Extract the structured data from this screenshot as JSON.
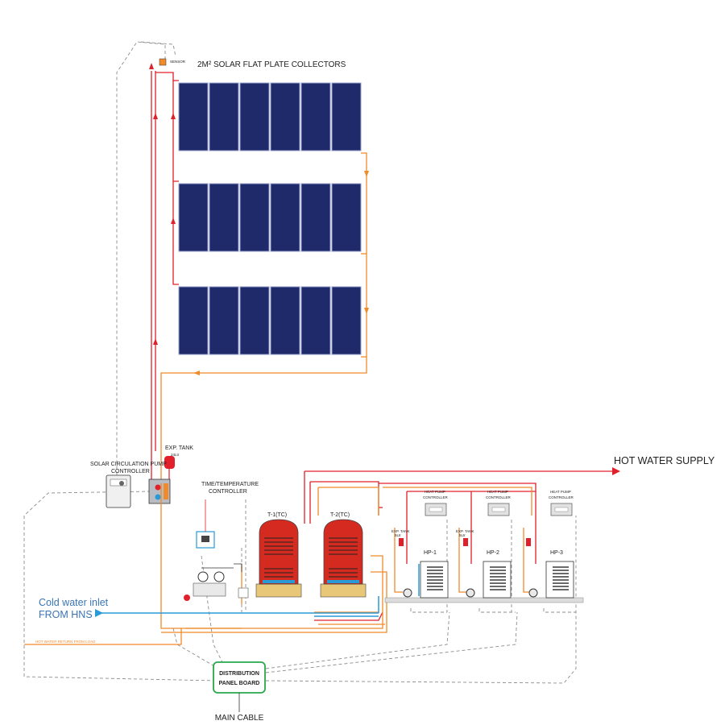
{
  "labels": {
    "collectors": "2M² SOLAR FLAT PLATE COLLECTORS",
    "sensor": "SENSOR",
    "solar_controller_l1": "SOLAR CIRCULATION PUMP",
    "solar_controller_l2": "CONTROLLER",
    "exp_tank_l1": "EXP. TANK",
    "exp_tank_l2": "24Ltr",
    "timer_l1": "TIME/TEMPERATURE",
    "timer_l2": "CONTROLLER",
    "tank1": "T-1(TC)",
    "tank2": "T-2(TC)",
    "hp1": "HP-1",
    "hp2": "HP-2",
    "hp3": "HP-3",
    "hp_ctrl_l1": "HEAT PUMP",
    "hp_ctrl_l2": "CONTROLLER",
    "exp_small_l1": "EXP. TANK",
    "exp_small_l2": "5Ltr",
    "hot_supply": "HOT WATER SUPPLY",
    "cold_inlet_l1": "Cold water inlet",
    "cold_inlet_l2": "FROM HNS",
    "return_load": "HOT WATER RETURN FROM LOAD",
    "panel_l1": "DISTRIBUTION",
    "panel_l2": "PANEL BOARD",
    "main_cable": "MAIN CABLE"
  },
  "colors": {
    "hot_pipe": "#e0202a",
    "warm_pipe": "#f08a2a",
    "cold_pipe": "#2a9ad6",
    "panel_fill": "#1f2a6b",
    "tank_body": "#d42a20",
    "tank_base": "#e8c878",
    "control_wire": "#8c8c8c",
    "panel_border": "#2aa84a"
  },
  "icons": {
    "collector": "solar-collector-icon",
    "pump": "pump-icon",
    "heat_pump": "heat-pump-unit-icon",
    "controller": "controller-box-icon",
    "valve": "valve-icon",
    "arrow": "flow-arrow-icon"
  }
}
